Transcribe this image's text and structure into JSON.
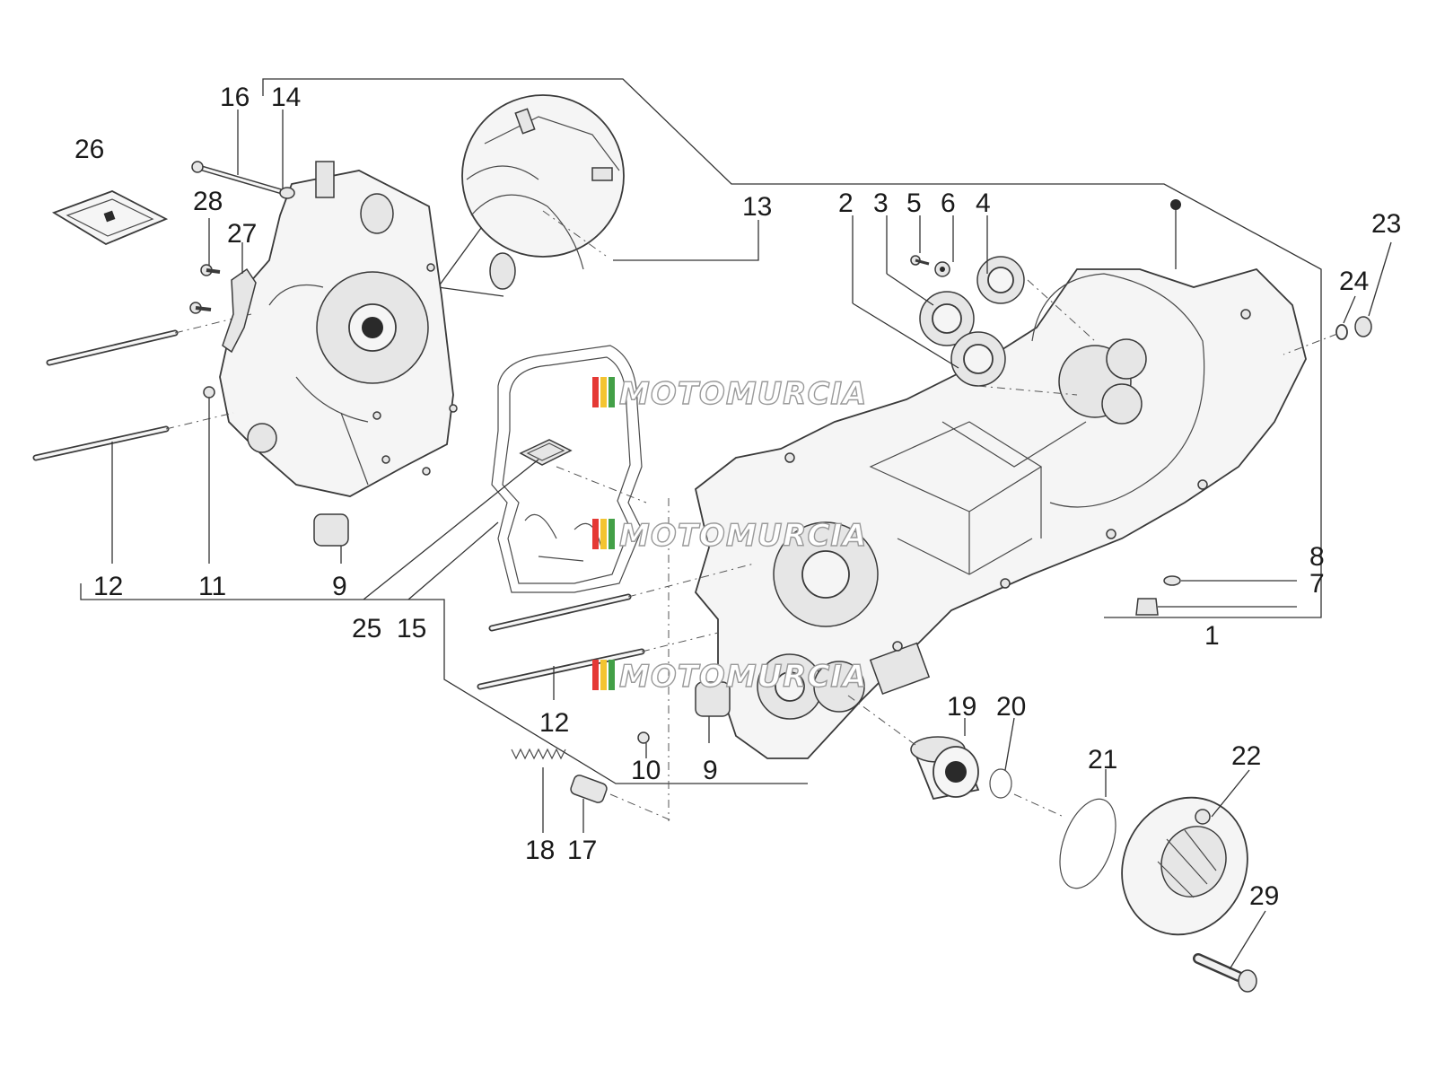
{
  "diagram": {
    "callouts": {
      "c1": "1",
      "c2": "2",
      "c3": "3",
      "c4": "4",
      "c5": "5",
      "c6": "6",
      "c7": "7",
      "c8": "8",
      "c9a": "9",
      "c9b": "9",
      "c10": "10",
      "c11": "11",
      "c12a": "12",
      "c12b": "12",
      "c13": "13",
      "c14": "14",
      "c15": "15",
      "c16": "16",
      "c17": "17",
      "c18": "18",
      "c19": "19",
      "c20": "20",
      "c21": "21",
      "c22": "22",
      "c23": "23",
      "c24": "24",
      "c25": "25",
      "c26": "26",
      "c27": "27",
      "c28": "28",
      "c29": "29"
    },
    "watermark": "MOTOMURCIA",
    "watermark_colors": [
      "#e53935",
      "#f4c430",
      "#43a047"
    ]
  }
}
